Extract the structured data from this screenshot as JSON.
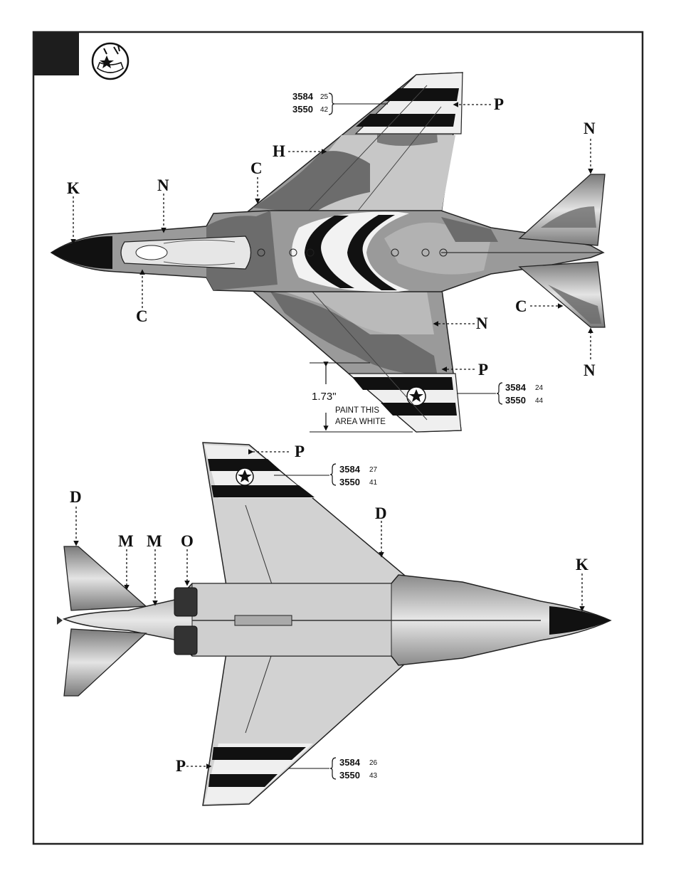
{
  "callouts": {
    "top_K": "K",
    "top_N_nose": "N",
    "top_C_upper": "C",
    "top_H": "H",
    "top_C_lower": "C",
    "top_P_upper": "P",
    "top_N_tail_top": "N",
    "top_N_wing": "N",
    "top_C_tail": "C",
    "top_N_tail_bottom": "N",
    "top_P_lower": "P",
    "bot_P_upper": "P",
    "bot_D_tail": "D",
    "bot_M1": "M",
    "bot_M2": "M",
    "bot_O": "O",
    "bot_D_wing": "D",
    "bot_K": "K",
    "bot_P_lower": "P"
  },
  "decal_refs": [
    {
      "label_a": "3584",
      "num_a": "25",
      "label_b": "3550",
      "num_b": "42"
    },
    {
      "label_a": "3584",
      "num_a": "24",
      "label_b": "3550",
      "num_b": "44"
    },
    {
      "label_a": "3584",
      "num_a": "27",
      "label_b": "3550",
      "num_b": "41"
    },
    {
      "label_a": "3584",
      "num_a": "26",
      "label_b": "3550",
      "num_b": "43"
    }
  ],
  "dimension": {
    "value": "1.73\"",
    "note_line1": "PAINT THIS",
    "note_line2": "AREA WHITE"
  },
  "icons": {
    "step_box": "black-square",
    "paint_icon": "paint-star-icon"
  },
  "colors": {
    "camo_dark": "#6c6c6c",
    "camo_mid": "#9a9a9a",
    "camo_light": "#c9c9c9",
    "underside": "#d2d2d2",
    "stripe": "#111111",
    "frame": "#222222"
  }
}
